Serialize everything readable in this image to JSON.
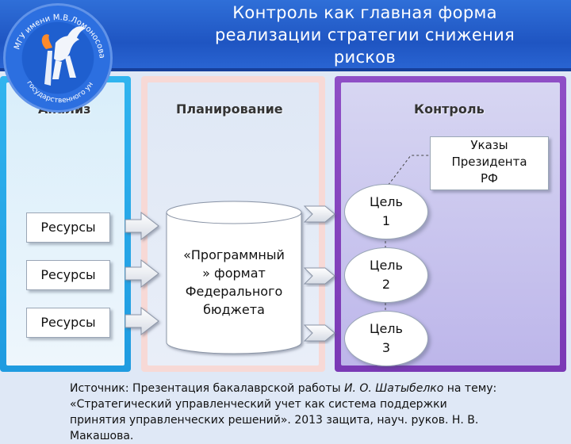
{
  "title_line1": "Контроль как главная форма",
  "title_line2": "реализации стратегии снижения",
  "title_line3": "рисков",
  "logo_text": "МГУ имени М.В.Ломоносова",
  "logo_subtext": "государственного университета",
  "panels": {
    "analysis": "Анализ",
    "planning": "Планирование",
    "control": "Контроль"
  },
  "resources": [
    "Ресурсы",
    "Ресурсы",
    "Ресурсы"
  ],
  "budget": {
    "line1": "«Программный",
    "line2": "» формат",
    "line3": "Федерального",
    "line4": "бюджета"
  },
  "decree": {
    "line1": "Указы",
    "line2": "Президента",
    "line3": "РФ"
  },
  "goals": [
    {
      "word": "Цель",
      "num": "1"
    },
    {
      "word": "Цель",
      "num": "2"
    },
    {
      "word": "Цель",
      "num": "3"
    }
  ],
  "source": {
    "prefix": "Источник: Презентация бакалаврской работы ",
    "author": "И. О. Шатыбелко",
    "suffix": " на тему:",
    "line2": "«Стратегический управленческий учет как система поддержки",
    "line3": "принятия управленческих решений». 2013 защита, науч. руков. Н. В.",
    "line4": "Макашова."
  },
  "colors": {
    "header": "#1f55c2",
    "analysis_frame": "#1f9be0",
    "planning_frame": "#f7d9d6",
    "control_frame": "#7a39b5"
  }
}
